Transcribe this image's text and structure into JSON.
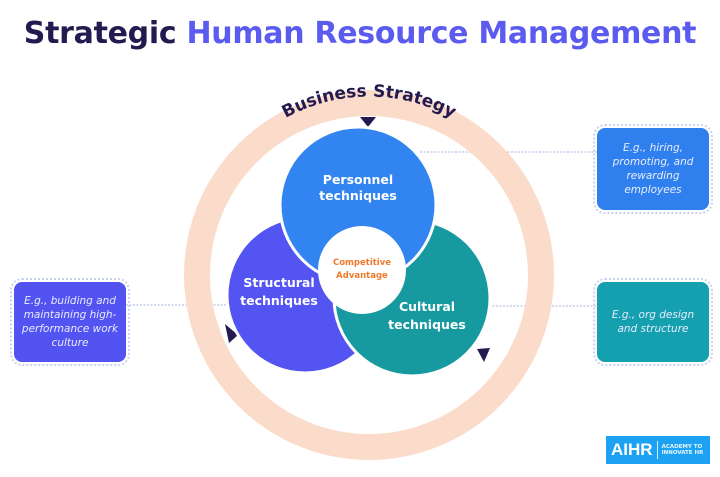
{
  "header": {
    "title_part1": "Strategic",
    "title_part2": "Human Resource Management"
  },
  "diagram": {
    "outer_ring_label": "Business Strategy",
    "center_label_line1": "Competitive",
    "center_label_line2": "Advantage",
    "circles": [
      {
        "id": "personnel",
        "line1": "Personnel",
        "line2": "techniques",
        "color": "#3285f0"
      },
      {
        "id": "structural",
        "line1": "Structural",
        "line2": "techniques",
        "color": "#5454f3"
      },
      {
        "id": "cultural",
        "line1": "Cultural",
        "line2": "techniques",
        "color": "#16999f"
      }
    ],
    "colors": {
      "ring": "#fbdccb",
      "arrow": "#231a4f",
      "center_text": "#f07a2c",
      "connector": "#b9c2e6"
    }
  },
  "callouts": {
    "personnel": "E.g., hiring, promoting, and rewarding employees",
    "cultural": "E.g., org design and structure",
    "structural": "E.g., building and maintaining high-performance work culture"
  },
  "logo": {
    "brand": "AIHR",
    "tagline_line1": "ACADEMY TO",
    "tagline_line2": "INNOVATE HR"
  }
}
